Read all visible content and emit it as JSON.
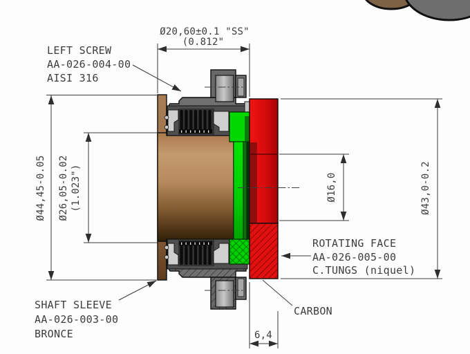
{
  "drawing": {
    "labels": {
      "left_screw": [
        "LEFT SCREW",
        "AA-026-004-00",
        "AISI 316"
      ],
      "shaft_sleeve": [
        "SHAFT SLEEVE",
        "AA-026-003-00",
        "BRONCE"
      ],
      "rotating_face": [
        "ROTATING FACE",
        "AA-026-005-00",
        "C.TUNGS (niquel)"
      ],
      "carbon": "CARBON"
    },
    "dimensions": {
      "shaft_diameter": "Ø20,60±0.1 \"SS\"",
      "shaft_diameter_in": "(0.812\"",
      "housing_od": "Ø44,45-0.05",
      "sleeve_od": "Ø26,05-0.02",
      "sleeve_od_in": "(1.023\")",
      "face_od": "Ø43,0-0.2",
      "bore": "Ø16,0",
      "face_width": "6,4"
    },
    "colors": {
      "sleeve_bronze": "#a87c54",
      "seal_green": "#00d800",
      "face_red": "#e01010",
      "housing_gray": "#6f6f6f"
    }
  }
}
